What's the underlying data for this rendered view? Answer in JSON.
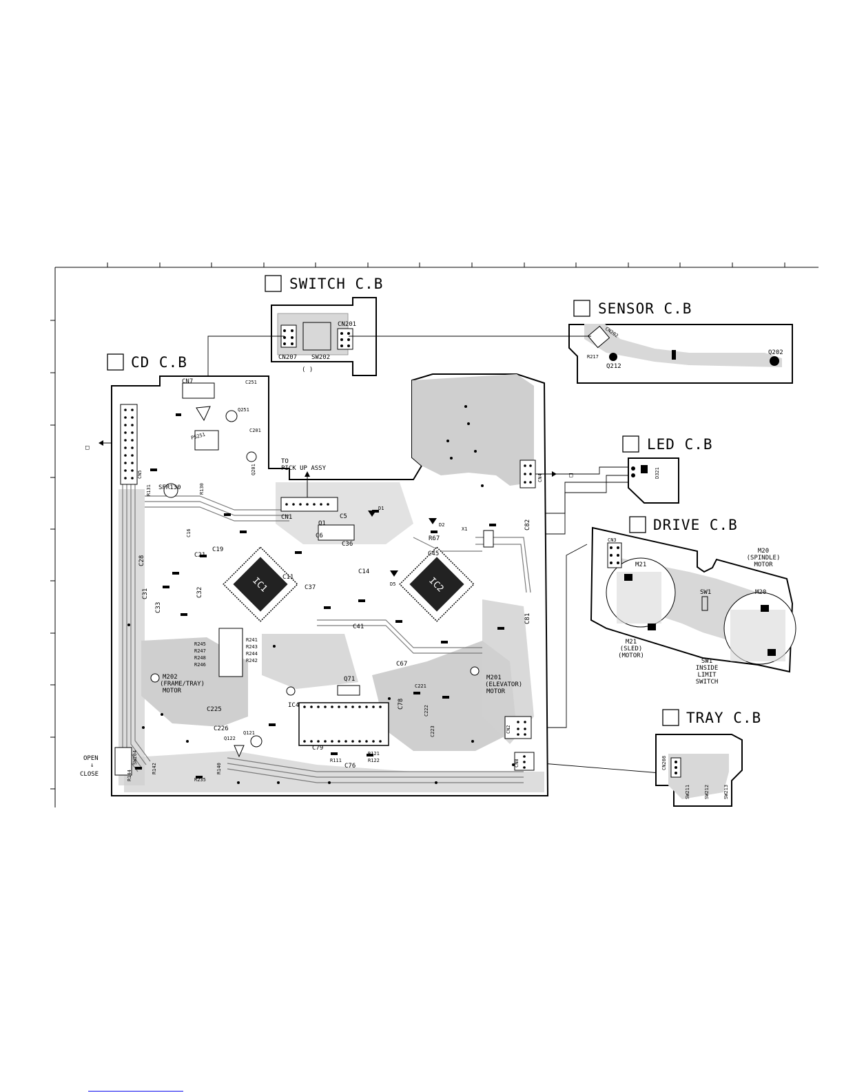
{
  "boards": {
    "switch": "SWITCH C.B",
    "sensor": "SENSOR C.B",
    "cd": "CD C.B",
    "led": "LED C.B",
    "drive": "DRIVE C.B",
    "tray": "TRAY C.B"
  },
  "switch_board": {
    "cn201": "CN201",
    "cn207": "CN207",
    "sw202": "SW202",
    "paren": "(   )"
  },
  "sensor_board": {
    "cn202": "CN202",
    "q212": "Q212",
    "q202": "Q202",
    "r217": "R217"
  },
  "led_board": {
    "d321": "D321"
  },
  "drive_board": {
    "cn3": "CN3",
    "m20_line1": "M20",
    "m20_line2": "(SPINDLE)",
    "m20_line3": "MOTOR",
    "m20_circle": "M20",
    "m21_circle": "M21",
    "m21_line1": "M21",
    "m21_line2": "(SLED)",
    "m21_line3": "(MOTOR)",
    "sw1": "SW1",
    "sw1_line1": "SW1",
    "sw1_line2": "INSIDE",
    "sw1_line3": "LIMIT",
    "sw1_line4": "SWITCH"
  },
  "tray_board": {
    "cn208": "CN208",
    "sw211": "SW211",
    "sw212": "SW212",
    "sw213": "SW213"
  },
  "cd_board": {
    "cn7": "CN7",
    "c251": "C251",
    "q251": "Q251",
    "c201": "C201",
    "q201": "Q201",
    "ps251": "PS251",
    "cn5": "CN5",
    "cn1": "CN1",
    "cn4": "CN4",
    "cn2": "CN2",
    "cn8": "CN8",
    "to_line1": "TO",
    "to_line2": "PICK UP ASSY",
    "ic1": "IC1",
    "ic2": "IC2",
    "ic4": "IC4",
    "sfr130": "SFR130",
    "r130": "R130",
    "r131": "R131",
    "c28": "C28",
    "c31": "C31",
    "c32": "C32",
    "c33": "C33",
    "c21": "C21",
    "c16": "C16",
    "c19": "C19",
    "c11": "C11",
    "c37": "C37",
    "c41": "C41",
    "c36": "C36",
    "c14": "C14",
    "c6": "C6",
    "c5": "C5",
    "c45": "C45",
    "c67": "C67",
    "c82": "C82",
    "c81": "C81",
    "c78": "C78",
    "c79": "C79",
    "c76": "C76",
    "c225": "C225",
    "c226": "C226",
    "c222": "C222",
    "c223": "C223",
    "c221": "C221",
    "q71": "Q71",
    "q121": "Q121",
    "q122": "Q122",
    "q1": "Q1",
    "d1": "D1",
    "d2": "D2",
    "d5": "D5",
    "r67": "R67",
    "x1": "X1",
    "m202_line1": "M202",
    "m202_line2": "(FRAME/TRAY)",
    "m202_line3": "MOTOR",
    "m201_line1": "M201",
    "m201_line2": "(ELEVATOR)",
    "m201_line3": "MOTOR",
    "sw204": "SW204",
    "open_line1": "OPEN",
    "open_line2": "↓",
    "open_line3": "CLOSE",
    "r235": "R235",
    "r140": "R140",
    "r142": "R142",
    "r144": "R144",
    "r245": "R245",
    "r247": "R247",
    "r248": "R248",
    "r246": "R246",
    "r241": "R241",
    "r243": "R243",
    "r244": "R244",
    "r242": "R242",
    "r121": "R121",
    "r122": "R122",
    "r111": "R111"
  },
  "markers": {
    "left_box": "□",
    "right_box": "□"
  }
}
